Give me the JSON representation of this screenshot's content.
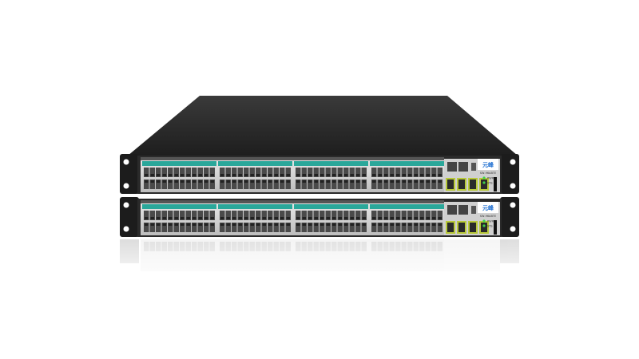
{
  "product": {
    "logo_text": "元峰",
    "units": [
      {
        "name": "top-switch",
        "model_label": "SW-96ABTE",
        "led_labels": [
          "PWR",
          "SYS"
        ]
      },
      {
        "name": "bottom-switch",
        "model_label": "SW-96ABTE",
        "led_labels": [
          "PWR",
          "SYS"
        ]
      }
    ]
  },
  "colors": {
    "background": "#ffffff",
    "chassis_top": "#2b2b2b",
    "front_panel": "#d9d9d9",
    "teal_stripe": "#2aa79a",
    "port": "#4a4a4a",
    "sfp_cage": "#b8c93a",
    "led_green": "#3fd24a",
    "logo_blue": "#1f6fd1"
  }
}
